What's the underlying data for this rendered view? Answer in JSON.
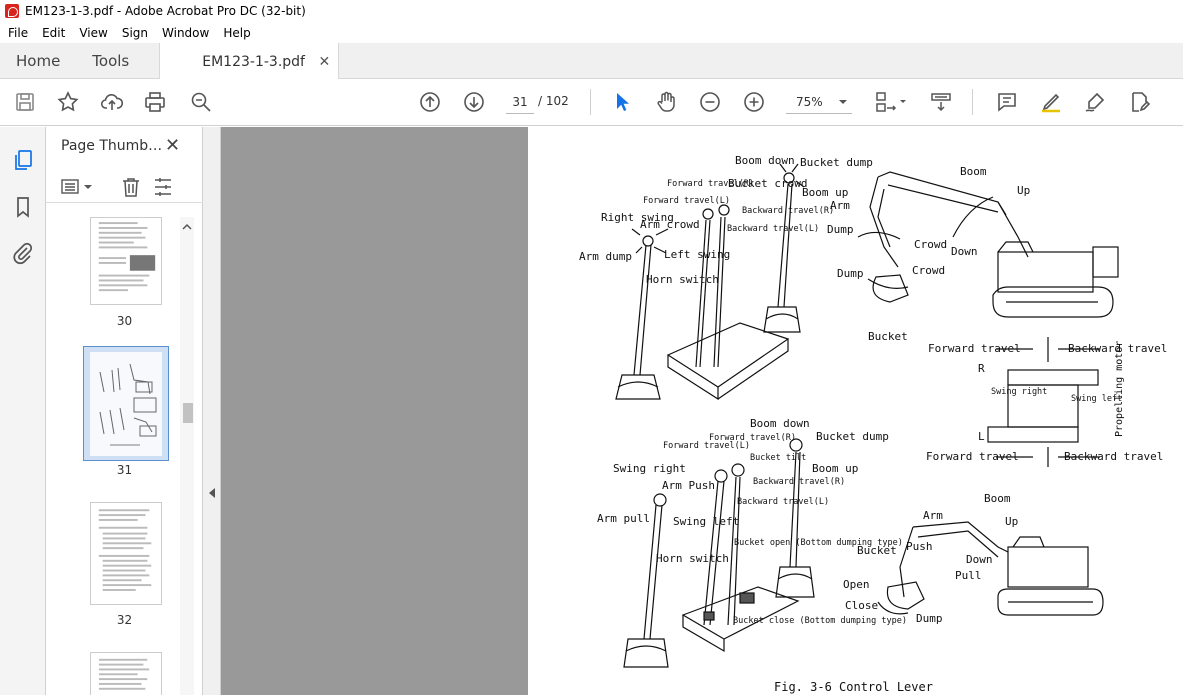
{
  "window": {
    "title": "EM123-1-3.pdf - Adobe Acrobat Pro DC (32-bit)"
  },
  "menu": [
    "File",
    "Edit",
    "View",
    "Sign",
    "Window",
    "Help"
  ],
  "tabs": {
    "home": "Home",
    "tools": "Tools",
    "document": "EM123-1-3.pdf",
    "close": "✕"
  },
  "toolbar": {
    "current_page": "31",
    "total_pages": "/ 102",
    "zoom": "75%"
  },
  "sidebar": {
    "title": "Page Thumb…",
    "close": "✕",
    "thumbnails": [
      {
        "label": "30"
      },
      {
        "label": "31"
      },
      {
        "label": "32"
      }
    ]
  },
  "document": {
    "upper_left": {
      "boom_down": "Boom down",
      "bucket_dump": "Bucket dump",
      "bucket_crowd": "Bucket crowd",
      "boom_up": "Boom up",
      "forward_travel_r": "Forward travel(R)",
      "forward_travel_l": "Forward travel(L)",
      "backward_travel_r": "Backward travel(R)",
      "backward_travel_l": "Backward travel(L)",
      "right_swing": "Right swing",
      "arm_crowd": "Arm crowd",
      "arm_dump": "Arm dump",
      "left_swing": "Left swing",
      "horn_switch": "Horn switch"
    },
    "upper_right": {
      "boom": "Boom",
      "up": "Up",
      "arm": "Arm",
      "dump": "Dump",
      "crowd": "Crowd",
      "down": "Down",
      "dump2": "Dump",
      "crowd2": "Crowd",
      "bucket": "Bucket"
    },
    "travel": {
      "forward_travel_top": "Forward travel",
      "backward_travel_top": "Backward travel",
      "r": "R",
      "l": "L",
      "swing_right": "Swing right",
      "swing_left": "Swing left",
      "propelling_motor": "Propelling motor",
      "forward_travel_bottom": "Forward travel",
      "backward_travel_bottom": "Backward travel"
    },
    "lower_left": {
      "boom_down": "Boom down",
      "bucket_dump": "Bucket dump",
      "forward_travel_r": "Forward travel(R)",
      "forward_travel_l": "Forward travel(L)",
      "bucket_tilt": "Bucket tilt",
      "boom_up": "Boom up",
      "swing_right": "Swing right",
      "arm_push": "Arm Push",
      "backward_travel_r": "Backward travel(R)",
      "backward_travel_l": "Backward travel(L)",
      "arm_pull": "Arm pull",
      "swing_left": "Swing left",
      "horn_switch": "Horn switch",
      "bucket_open": "Bucket open (Bottom dumping type)",
      "bucket_close": "Bucket close (Bottom dumping type)"
    },
    "lower_right": {
      "boom": "Boom",
      "arm": "Arm",
      "up": "Up",
      "bucket": "Bucket",
      "push": "Push",
      "down": "Down",
      "pull": "Pull",
      "open": "Open",
      "close": "Close",
      "dump": "Dump"
    },
    "caption": "Fig. 3-6  Control Lever"
  }
}
